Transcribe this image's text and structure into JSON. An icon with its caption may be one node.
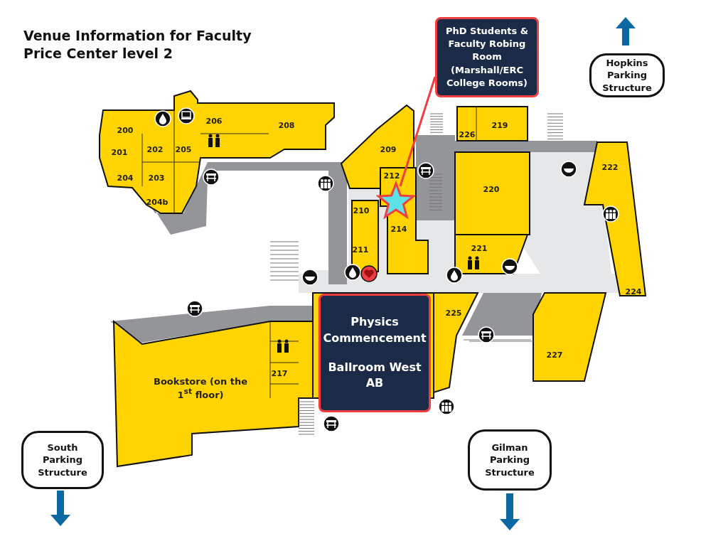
{
  "diagram": {
    "title": "Venue Information for Faculty",
    "nodes": [
      {
        "text": [
          "PhD Students & Faculty Robing Room (Marshall/ERC College Rooms)"
        ]
      },
      {
        "text": [],
        "shape": "star"
      },
      {
        "text": [
          "Physics Commencement",
          "Ballroom West AB"
        ]
      },
      {
        "text": [
          "Hopkins Parking Structure"
        ]
      },
      {
        "text": [
          "South Parking Structure"
        ]
      },
      {
        "text": [
          "Gilman Parking Structure"
        ]
      }
    ],
    "edges": [
      {
        "from": 0,
        "to": 1,
        "arrow": "none"
      }
    ],
    "labels": [
      "Price Center level 2",
      "200",
      "206",
      "208",
      "201",
      "202",
      "205",
      "203",
      "204",
      "204b",
      "209",
      "226",
      "219",
      "212",
      "222",
      "220",
      "210",
      "214",
      "211",
      "221",
      "224",
      "225",
      "217",
      "227",
      "Bookstore (on the 1$^{st}$ floor)"
    ]
  }
}
